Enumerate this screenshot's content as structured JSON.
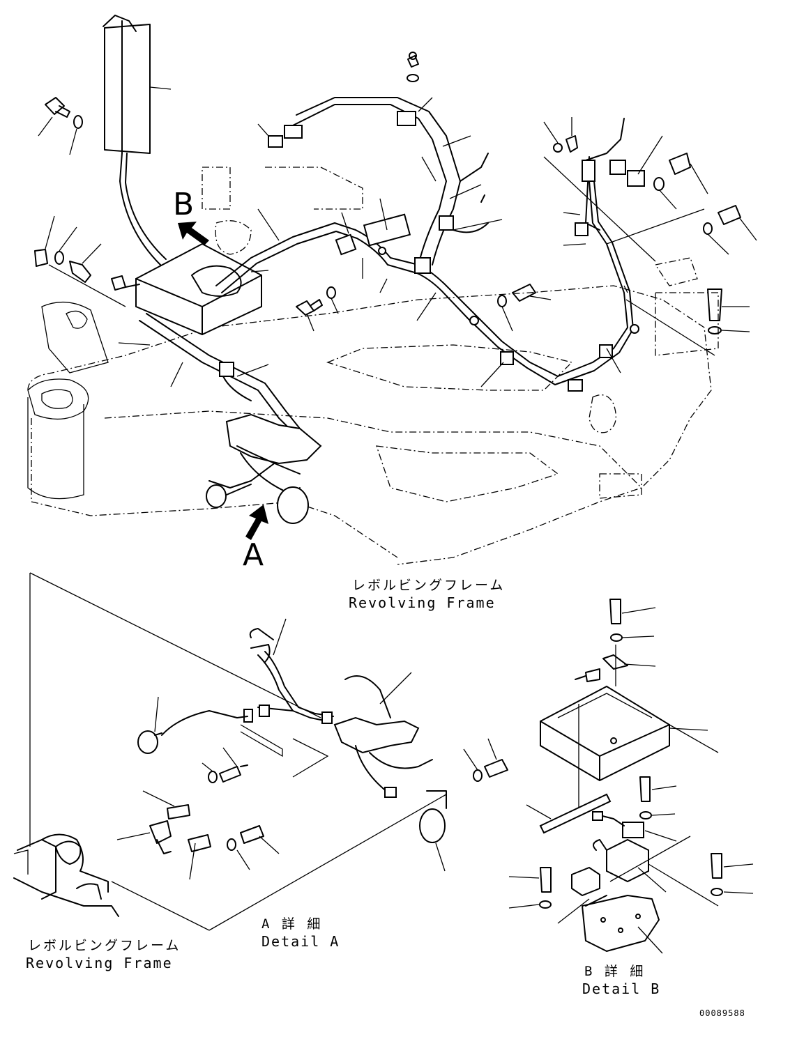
{
  "view_labels": {
    "view_b": "B",
    "view_a": "A"
  },
  "captions": {
    "frame_top_jp": "レボルビングフレーム",
    "frame_top_en": "Revolving Frame",
    "frame_bottom_jp": "レボルビングフレーム",
    "frame_bottom_en": "Revolving Frame",
    "detail_a_jp": "A 詳 細",
    "detail_a_en": "Detail A",
    "detail_b_jp": "B 詳 細",
    "detail_b_en": "Detail B"
  },
  "drawing_number": "00089588"
}
